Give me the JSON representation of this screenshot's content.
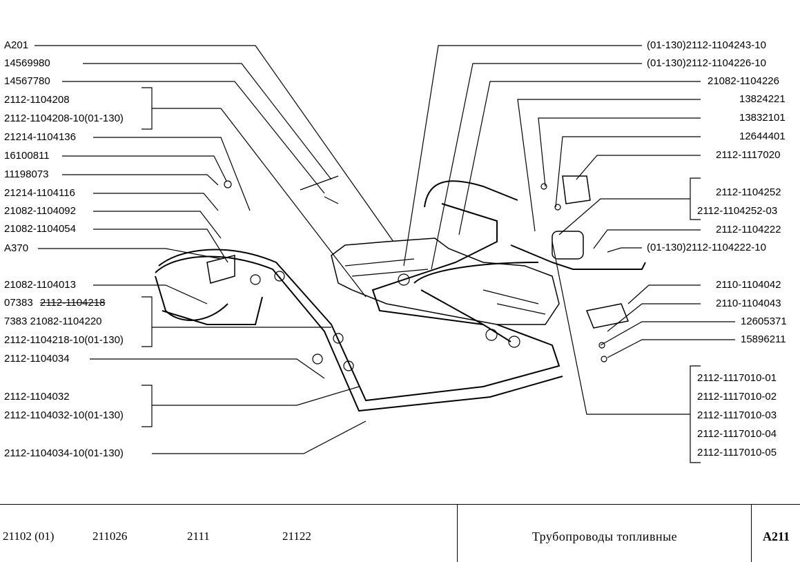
{
  "left_labels": [
    {
      "text": "A201"
    },
    {
      "text": "14569980"
    },
    {
      "text": "14567780"
    },
    {
      "text": "2112-1104208"
    },
    {
      "text": "2112-1104208-10(01-130)"
    },
    {
      "text": "21214-1104136"
    },
    {
      "text": "16100811"
    },
    {
      "text": "11198073"
    },
    {
      "text": "21214-1104116"
    },
    {
      "text": "21082-1104092"
    },
    {
      "text": "21082-1104054"
    },
    {
      "text": "A370"
    },
    {
      "text": "21082-1104013"
    },
    {
      "text": "07383",
      "text2": "2112-1104218"
    },
    {
      "text": "7383  21082-1104220"
    },
    {
      "text": "2112-1104218-10(01-130)"
    },
    {
      "text": "2112-1104034"
    },
    {
      "text": "2112-1104032"
    },
    {
      "text": "2112-1104032-10(01-130)"
    },
    {
      "text": "2112-1104034-10(01-130)"
    }
  ],
  "right_labels": [
    {
      "text": "(01-130)2112-1104243-10"
    },
    {
      "text": "(01-130)2112-1104226-10"
    },
    {
      "text": "21082-1104226"
    },
    {
      "text": "13824221"
    },
    {
      "text": "13832101"
    },
    {
      "text": "12644401"
    },
    {
      "text": "2112-1117020"
    },
    {
      "text": "2112-1104252"
    },
    {
      "text": "2112-1104252-03"
    },
    {
      "text": "2112-1104222"
    },
    {
      "text": "(01-130)2112-1104222-10"
    },
    {
      "text": "2110-1104042"
    },
    {
      "text": "2110-1104043"
    },
    {
      "text": "12605371"
    },
    {
      "text": "15896211"
    },
    {
      "text": "2112-1117010-01"
    },
    {
      "text": "2112-1117010-02"
    },
    {
      "text": "2112-1117010-03"
    },
    {
      "text": "2112-1117010-04"
    },
    {
      "text": "2112-1117010-05"
    }
  ],
  "footer": {
    "models": [
      "21102 (01)",
      "211026",
      "2111",
      "21122"
    ],
    "title": "Трубопроводы топливные",
    "code": "A211"
  }
}
